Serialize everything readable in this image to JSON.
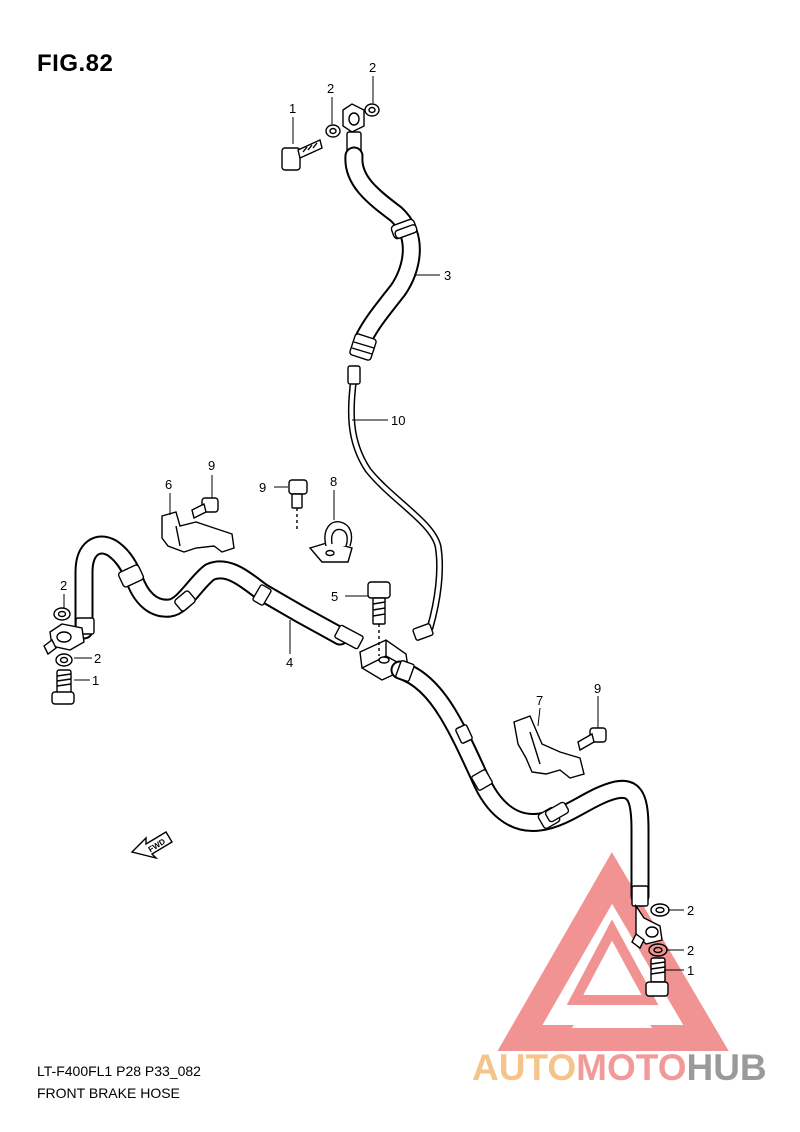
{
  "figure": {
    "title": "FIG.82",
    "code": "LT-F400FL1 P28 P33_082",
    "name": "FRONT BRAKE HOSE"
  },
  "callouts": {
    "c1_top": "1",
    "c2_top_left": "2",
    "c2_top_right": "2",
    "c3": "3",
    "c10": "10",
    "c9_a": "9",
    "c6": "6",
    "c9_b": "9",
    "c8": "8",
    "c2_left_upper": "2",
    "c2_left_lower": "2",
    "c1_left": "1",
    "c5": "5",
    "c4": "4",
    "c7": "7",
    "c9_c": "9",
    "c2_right_upper": "2",
    "c2_right_lower": "2",
    "c1_right": "1"
  },
  "fwd_label": "FWD",
  "watermark": {
    "part_a": "AUTO",
    "part_b": "MOTO",
    "part_c": "HUB",
    "colors": {
      "auto": "#f5c48a",
      "moto": "#f29a9a",
      "hub": "#9a9a9a",
      "triangle": "#ee6f6f"
    }
  }
}
